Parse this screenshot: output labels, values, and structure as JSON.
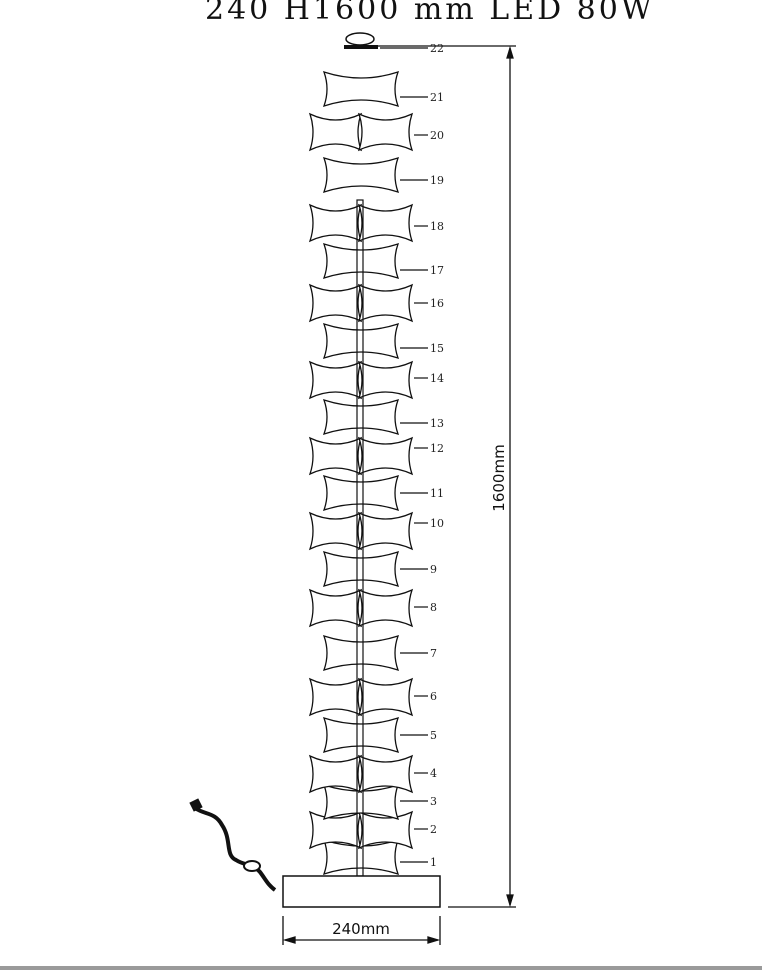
{
  "title": "240 H1600 mm LED 80W",
  "dimensions": {
    "height_label": "1600mm",
    "width_label": "240mm"
  },
  "part_labels": [
    "1",
    "2",
    "3",
    "4",
    "5",
    "6",
    "7",
    "8",
    "9",
    "10",
    "11",
    "12",
    "13",
    "14",
    "15",
    "16",
    "17",
    "18",
    "19",
    "20",
    "21",
    "22"
  ],
  "colors": {
    "line": "#111111",
    "background": "#ffffff"
  }
}
